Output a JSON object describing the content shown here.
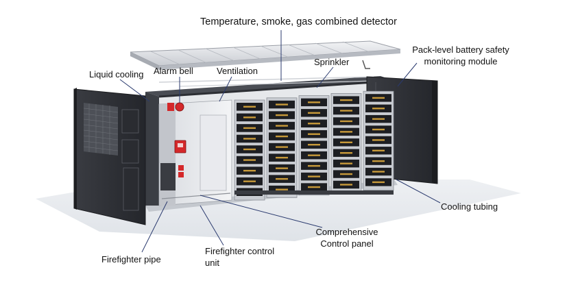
{
  "labels": {
    "detector": "Temperature, smoke, gas combined detector",
    "pack_module_line1": "Pack-level battery safety",
    "pack_module_line2": "monitoring module",
    "liquid_cooling": "Liquid cooling",
    "alarm_bell": "Alarm bell",
    "ventilation": "Ventilation",
    "sprinkler": "Sprinkler",
    "cooling_tubing": "Cooling tubing",
    "control_panel_line1": "Comprehensive",
    "control_panel_line2": "Control panel",
    "firefighter_control_line1": "Firefighter control",
    "firefighter_control_line2": "unit",
    "firefighter_pipe": "Firefighter pipe"
  },
  "colors": {
    "background": "#ffffff",
    "leader_line": "#2a3a6e",
    "container_dark": "#2f3136",
    "battery_module": "#1d1e22",
    "alarm_red": "#d4282a",
    "floor_shadow": "#e4e7ec"
  },
  "battery_racks": {
    "columns": 5,
    "modules_per_column": 9
  }
}
